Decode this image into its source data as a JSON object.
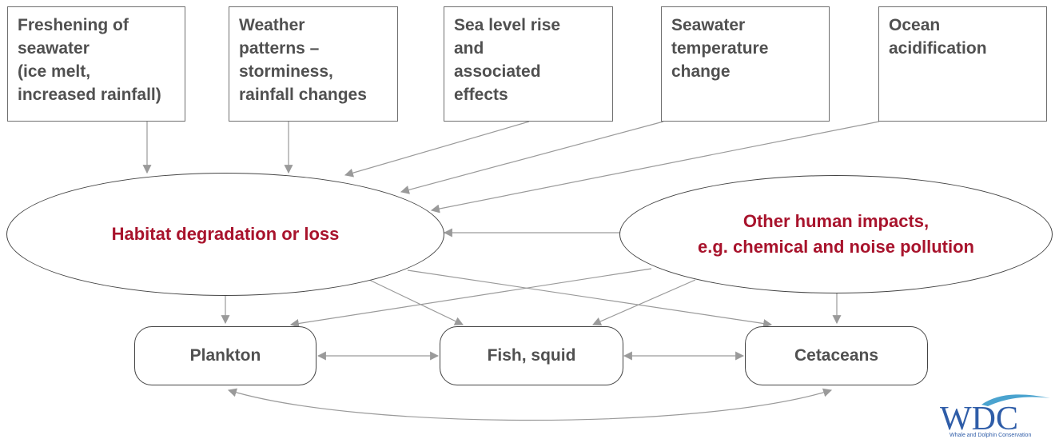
{
  "drivers": [
    {
      "text": "Freshening of\nseawater\n(ice melt,\nincreased rainfall)"
    },
    {
      "text": "Weather\npatterns –\nstorminess,\nrainfall changes"
    },
    {
      "text": "Sea level rise\nand\nassociated\neffects"
    },
    {
      "text": "Seawater\ntemperature\nchange"
    },
    {
      "text": "Ocean\nacidification"
    }
  ],
  "impacts": {
    "habitat": "Habitat degradation or loss",
    "other_line1": "Other human impacts,",
    "other_line2": "e.g. chemical and noise pollution"
  },
  "organisms": {
    "plankton": "Plankton",
    "fish": "Fish, squid",
    "cetaceans": "Cetaceans"
  },
  "logo": {
    "text": "WDC",
    "tagline": "Whale and Dolphin Conservation"
  },
  "colors": {
    "impact_text": "#a8132c",
    "body_text": "#505050",
    "arrows": "#9a9a9a",
    "logo_blue": "#2f5da8"
  }
}
